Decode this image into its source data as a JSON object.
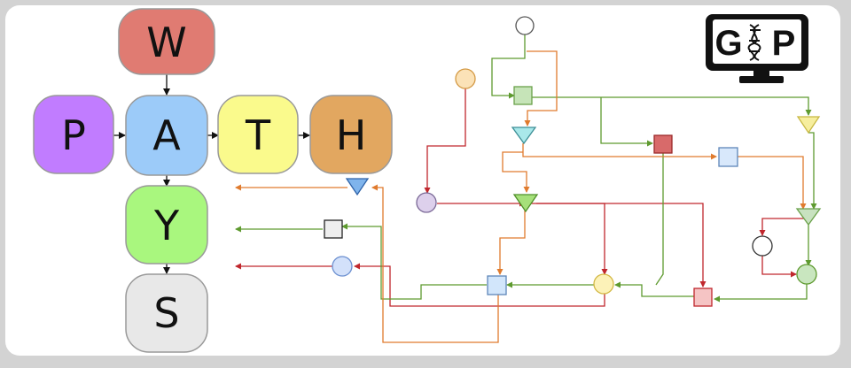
{
  "letters": {
    "w": "W",
    "p": "P",
    "a": "A",
    "t": "T",
    "h": "H",
    "y": "Y",
    "s": "S"
  },
  "logo": {
    "text_left": "G",
    "text_right": "P"
  },
  "colors": {
    "w": "#e07b72",
    "p": "#c17cff",
    "a": "#9ccbf9",
    "t": "#fafa8c",
    "h": "#e2a760",
    "y": "#a9f77e",
    "s": "#e8e8e8",
    "edge_red": "#c0272d",
    "edge_green": "#5e9a2f",
    "edge_orange": "#e07b2e"
  }
}
